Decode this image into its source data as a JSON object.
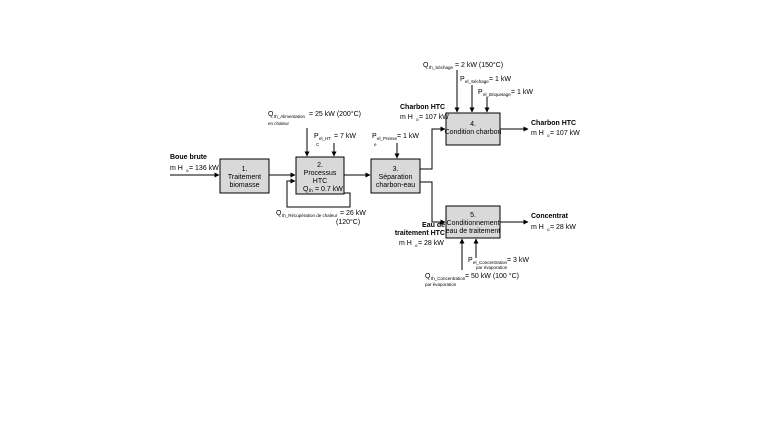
{
  "boxes": {
    "b1": {
      "num": "1.",
      "l1": "Traitement",
      "l2": "biomasse"
    },
    "b2": {
      "num": "2.",
      "l1": "Processus",
      "l2": "HTC",
      "q_main": "Q",
      "q_sub": "th",
      "q_val": "= 0.7 kW"
    },
    "b3": {
      "num": "3.",
      "l1": "Séparation",
      "l2": "charbon-eau"
    },
    "b4": {
      "num": "4.",
      "l1": "Condition charbon"
    },
    "b5": {
      "num": "5.",
      "l1": "Conditionnement",
      "l2": "eau de traitement"
    }
  },
  "streams": {
    "input": {
      "title": "Boue brute",
      "m": "m H",
      "m_sub": "o",
      "m_val": "= 136 kW"
    },
    "charbon_in": {
      "title": "Charbon HTC",
      "m": "m H",
      "m_sub": "o",
      "m_val": "= 107 kW"
    },
    "charbon_out": {
      "title": "Charbon HTC",
      "m": "m H",
      "m_sub": "o",
      "m_val": "= 107 kW"
    },
    "eau": {
      "title1": "Eau de",
      "title2": "traitement HTC",
      "m": "m H",
      "m_sub": "o",
      "m_val": "= 28 kW"
    },
    "concentrat": {
      "title": "Concentrat",
      "m": "m H",
      "m_sub": "o",
      "m_val": "= 28 kW"
    }
  },
  "energy": {
    "q_alim": {
      "main": "Q",
      "sub1": "th_Alimentation",
      "sub2": "en chaleur",
      "val": "= 25 kW (200°C)"
    },
    "p_htc": {
      "main": "P",
      "sub1": "el_HT",
      "sub2": "C",
      "val": "= 7 kW"
    },
    "q_recup": {
      "main": "Q",
      "sub1": "th_Récupération de chaleur",
      "val": "= 26 kW",
      "val2": "(120°C)"
    },
    "p_presse": {
      "main": "P",
      "sub1": "el_Presse",
      "sub2": "e",
      "val": "= 1 kW"
    },
    "q_sechage": {
      "main": "Q",
      "sub1": "th_Séchage",
      "val": "= 2 kW (150°C)"
    },
    "p_sechage": {
      "main": "P",
      "sub1": "el_Séchage",
      "val": "= 1 kW"
    },
    "p_briquetage": {
      "main": "P",
      "sub1": "el_Briquetage",
      "val": "= 1 kW"
    },
    "p_conc": {
      "main": "P",
      "sub1": "el_Concentration",
      "sub2": "par évaporation",
      "val": "= 3 kW"
    },
    "q_conc": {
      "main": "Q",
      "sub1": "th_Concentration",
      "sub2": "par évaporation",
      "val": "= 50 kW (100 °C)"
    }
  }
}
